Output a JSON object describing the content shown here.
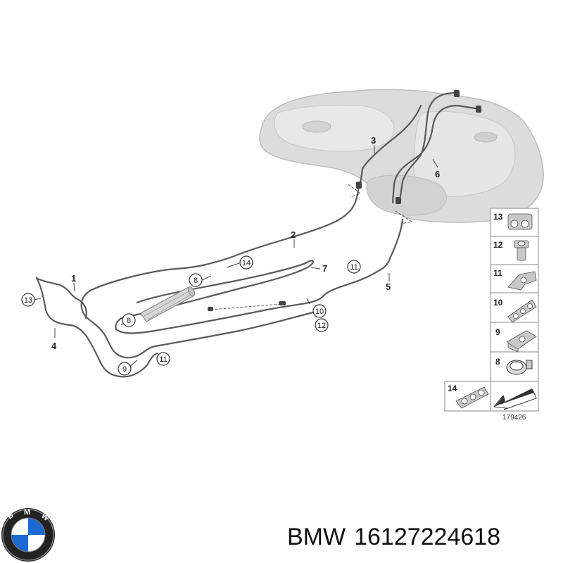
{
  "diagram": {
    "reference_number": "179426",
    "callouts": [
      {
        "label": "1",
        "style": "plain"
      },
      {
        "label": "2",
        "style": "plain"
      },
      {
        "label": "3",
        "style": "plain"
      },
      {
        "label": "4",
        "style": "plain"
      },
      {
        "label": "5",
        "style": "plain"
      },
      {
        "label": "6",
        "style": "plain"
      },
      {
        "label": "7",
        "style": "plain"
      },
      {
        "label": "8",
        "style": "circled"
      },
      {
        "label": "8",
        "style": "circled"
      },
      {
        "label": "9",
        "style": "circled"
      },
      {
        "label": "10",
        "style": "circled"
      },
      {
        "label": "11",
        "style": "circled"
      },
      {
        "label": "11",
        "style": "circled"
      },
      {
        "label": "12",
        "style": "circled"
      },
      {
        "label": "13",
        "style": "circled"
      },
      {
        "label": "14",
        "style": "circled"
      }
    ],
    "legend": [
      "13",
      "12",
      "11",
      "10",
      "9",
      "8",
      "14"
    ]
  },
  "caption": {
    "brand": "BMW",
    "part_number": "16127224618"
  },
  "colors": {
    "line": "#555555",
    "tank": "#d9d9d9",
    "legend_border": "#888888",
    "logo_blue": "#1c69d4"
  },
  "icons": {
    "logo": "bmw-roundel-logo"
  }
}
